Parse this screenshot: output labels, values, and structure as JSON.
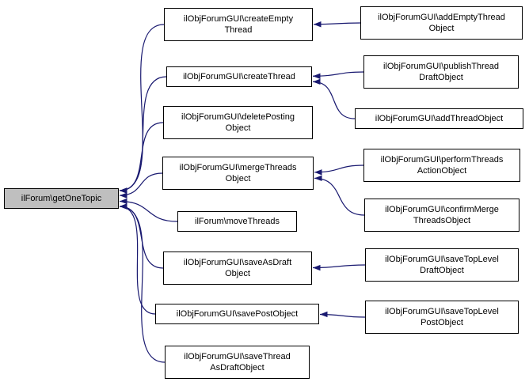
{
  "diagram": {
    "type": "caller-graph",
    "focus_function": "ilForum\\getOneTopic",
    "colors": {
      "edge": "#191970",
      "node_border": "#000000",
      "node_fill": "#ffffff",
      "focus_fill": "#bfbfbf",
      "text": "#000000",
      "background": "#ffffff"
    },
    "nodes": [
      {
        "id": "getOneTopic",
        "label": "ilForum\\getOneTopic",
        "highlighted": true
      },
      {
        "id": "createEmptyThread",
        "label": "ilObjForumGUI\\createEmpty\nThread",
        "highlighted": false
      },
      {
        "id": "createThread",
        "label": "ilObjForumGUI\\createThread",
        "highlighted": false
      },
      {
        "id": "deletePostingObject",
        "label": "ilObjForumGUI\\deletePosting\nObject",
        "highlighted": false
      },
      {
        "id": "mergeThreadsObject",
        "label": "ilObjForumGUI\\mergeThreads\nObject",
        "highlighted": false
      },
      {
        "id": "moveThreads",
        "label": "ilForum\\moveThreads",
        "highlighted": false
      },
      {
        "id": "saveAsDraftObject",
        "label": "ilObjForumGUI\\saveAsDraft\nObject",
        "highlighted": false
      },
      {
        "id": "savePostObject",
        "label": "ilObjForumGUI\\savePostObject",
        "highlighted": false
      },
      {
        "id": "saveThreadAsDraftObject",
        "label": "ilObjForumGUI\\saveThread\nAsDraftObject",
        "highlighted": false
      },
      {
        "id": "addEmptyThreadObject",
        "label": "ilObjForumGUI\\addEmptyThread\nObject",
        "highlighted": false
      },
      {
        "id": "publishThreadDraftObject",
        "label": "ilObjForumGUI\\publishThread\nDraftObject",
        "highlighted": false
      },
      {
        "id": "addThreadObject",
        "label": "ilObjForumGUI\\addThreadObject",
        "highlighted": false
      },
      {
        "id": "performThreadsActionObject",
        "label": "ilObjForumGUI\\performThreads\nActionObject",
        "highlighted": false
      },
      {
        "id": "confirmMergeThreadsObject",
        "label": "ilObjForumGUI\\confirmMerge\nThreadsObject",
        "highlighted": false
      },
      {
        "id": "saveTopLevelDraftObject",
        "label": "ilObjForumGUI\\saveTopLevel\nDraftObject",
        "highlighted": false
      },
      {
        "id": "saveTopLevelPostObject",
        "label": "ilObjForumGUI\\saveTopLevel\nPostObject",
        "highlighted": false
      }
    ],
    "edges": [
      {
        "from": "createEmptyThread",
        "to": "getOneTopic"
      },
      {
        "from": "createThread",
        "to": "getOneTopic"
      },
      {
        "from": "deletePostingObject",
        "to": "getOneTopic"
      },
      {
        "from": "mergeThreadsObject",
        "to": "getOneTopic"
      },
      {
        "from": "moveThreads",
        "to": "getOneTopic"
      },
      {
        "from": "saveAsDraftObject",
        "to": "getOneTopic"
      },
      {
        "from": "savePostObject",
        "to": "getOneTopic"
      },
      {
        "from": "saveThreadAsDraftObject",
        "to": "getOneTopic"
      },
      {
        "from": "addEmptyThreadObject",
        "to": "createEmptyThread"
      },
      {
        "from": "publishThreadDraftObject",
        "to": "createThread"
      },
      {
        "from": "addThreadObject",
        "to": "createThread"
      },
      {
        "from": "performThreadsActionObject",
        "to": "mergeThreadsObject"
      },
      {
        "from": "confirmMergeThreadsObject",
        "to": "mergeThreadsObject"
      },
      {
        "from": "saveTopLevelDraftObject",
        "to": "saveAsDraftObject"
      },
      {
        "from": "saveTopLevelPostObject",
        "to": "savePostObject"
      }
    ]
  }
}
